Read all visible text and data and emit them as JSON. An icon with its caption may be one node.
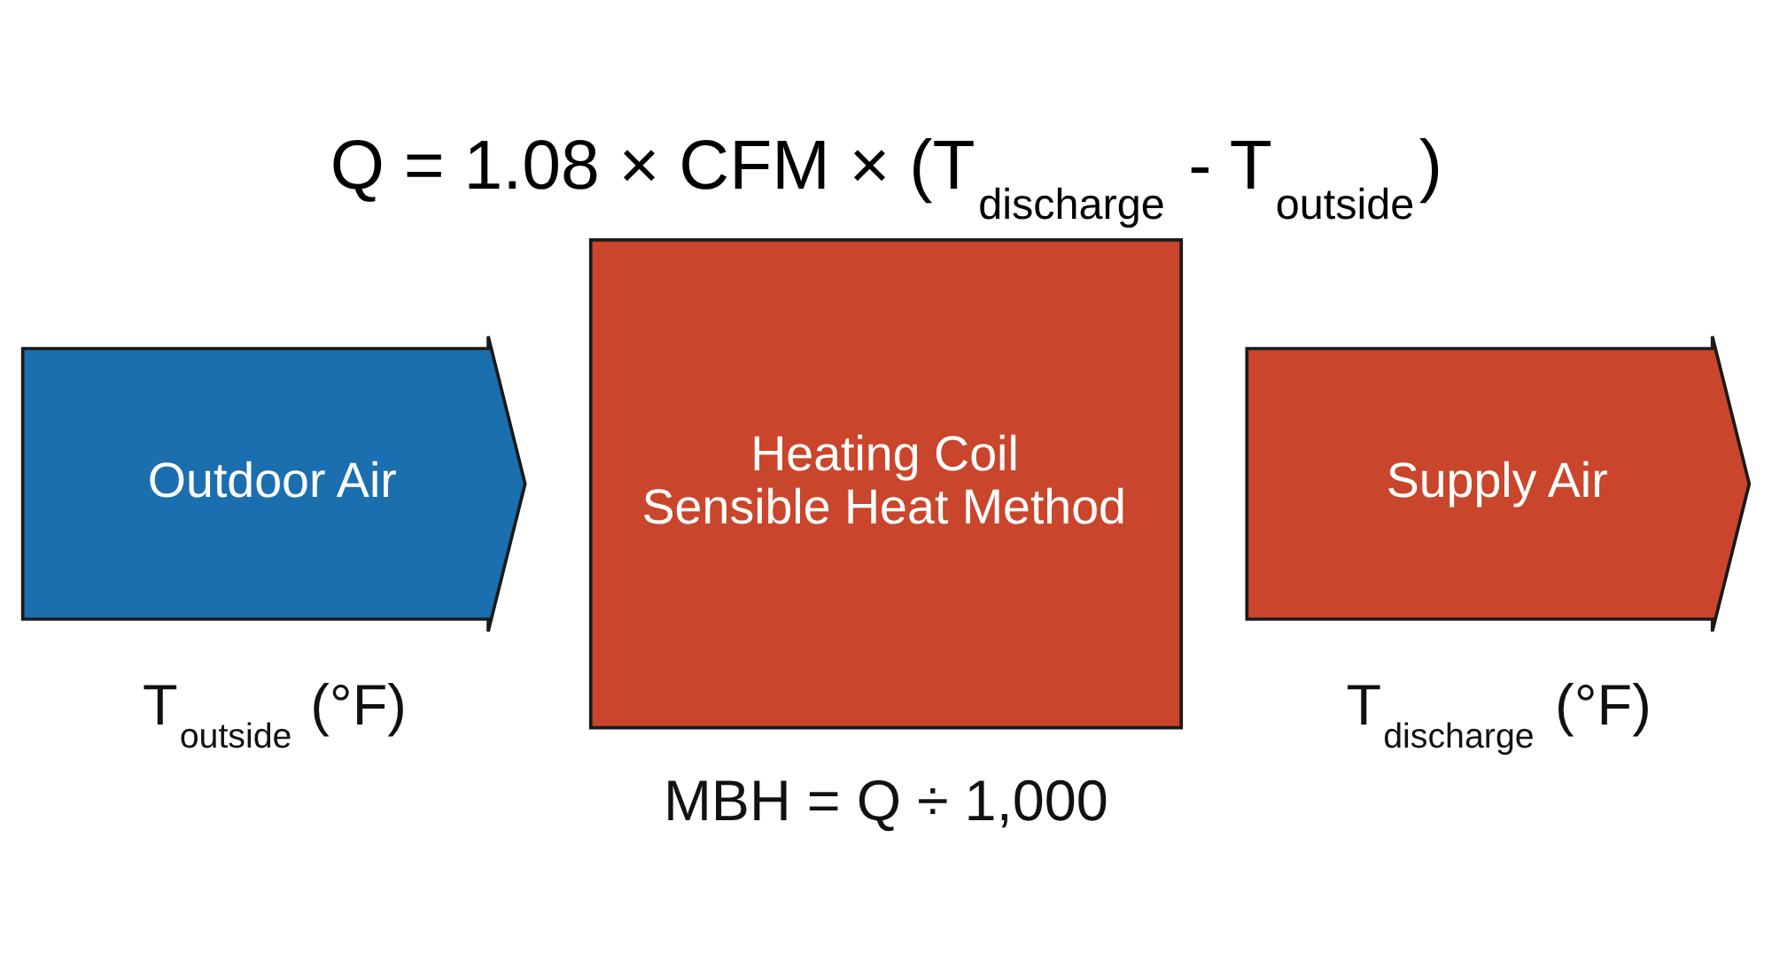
{
  "diagram": {
    "title": "Q = 1.08 × CFM × (T$_{discharge}$ - T$_{outside}$)",
    "nodes": [
      {
        "text": [
          "Outdoor Air"
        ],
        "beside": [
          "T$_{outside}$ (°F)"
        ]
      },
      {
        "text": [
          "Heating Coil Sensible Heat Method"
        ]
      },
      {
        "text": [
          "Supply Air"
        ],
        "beside": [
          "T$_{discharge}$ (°F)"
        ]
      }
    ],
    "labels": [
      "MBH = Q ÷ 1,000"
    ]
  }
}
